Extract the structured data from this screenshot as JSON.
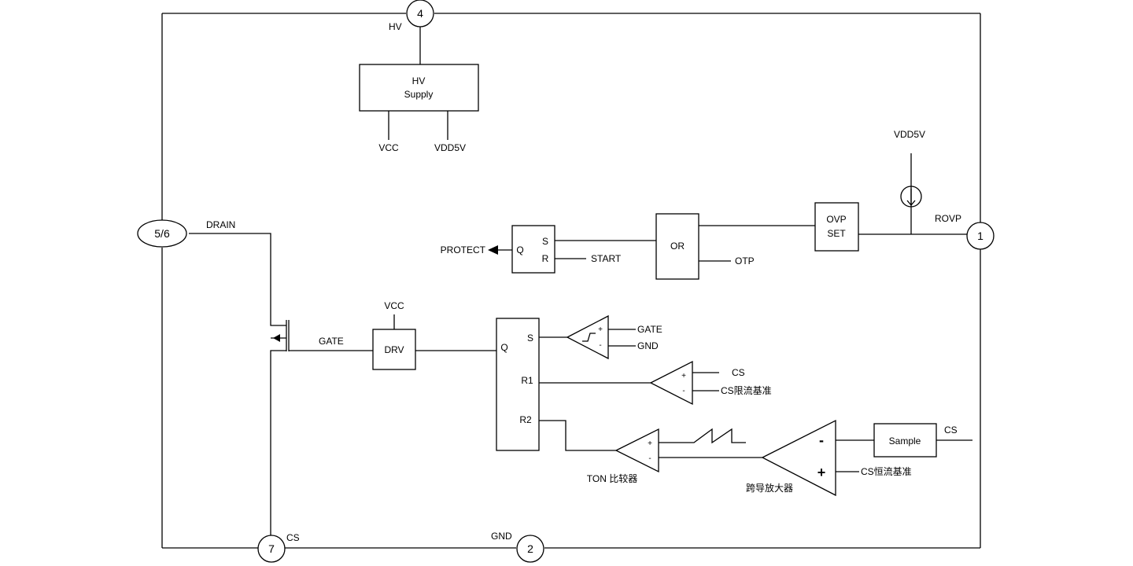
{
  "pins": {
    "p4": "4",
    "p56": "5/6",
    "p1": "1",
    "p7": "7",
    "p2": "2"
  },
  "labels": {
    "hv": "HV",
    "drain": "DRAIN",
    "rovp": "ROVP",
    "cs_pin": "CS",
    "gnd_pin": "GND",
    "vdd5v_top": "VDD5V",
    "vcc_supply": "VCC",
    "vdd5v_supply": "VDD5V",
    "vcc_drv": "VCC",
    "gate_net": "GATE",
    "protect": "PROTECT",
    "start": "START",
    "otp": "OTP",
    "cmp1_gate": "GATE",
    "cmp1_gnd": "GND",
    "cmp2_cs": "CS",
    "cmp2_ref": "CS限流基准",
    "ton_cmp": "TON 比较器",
    "ota": "跨导放大器",
    "cs_in": "CS",
    "cs_ref": "CS恒流基准"
  },
  "blocks": {
    "hv_supply_line1": "HV",
    "hv_supply_line2": "Supply",
    "ovp_line1": "OVP",
    "ovp_line2": "SET",
    "or": "OR",
    "drv": "DRV",
    "sample": "Sample"
  },
  "sr_latch": {
    "s": "S",
    "r": "R",
    "q": "Q"
  },
  "main_latch": {
    "s": "S",
    "r1": "R1",
    "r2": "R2",
    "q": "Q"
  },
  "signs": {
    "plus": "+",
    "minus": "-"
  }
}
